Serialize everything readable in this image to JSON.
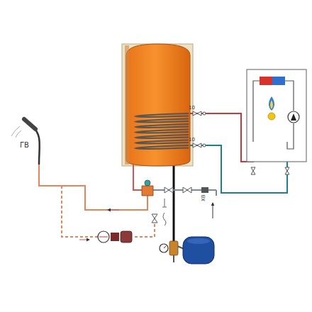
{
  "diagram": {
    "labels": [
      "ГВ",
      "10",
      "10",
      "ХВ"
    ]
  }
}
